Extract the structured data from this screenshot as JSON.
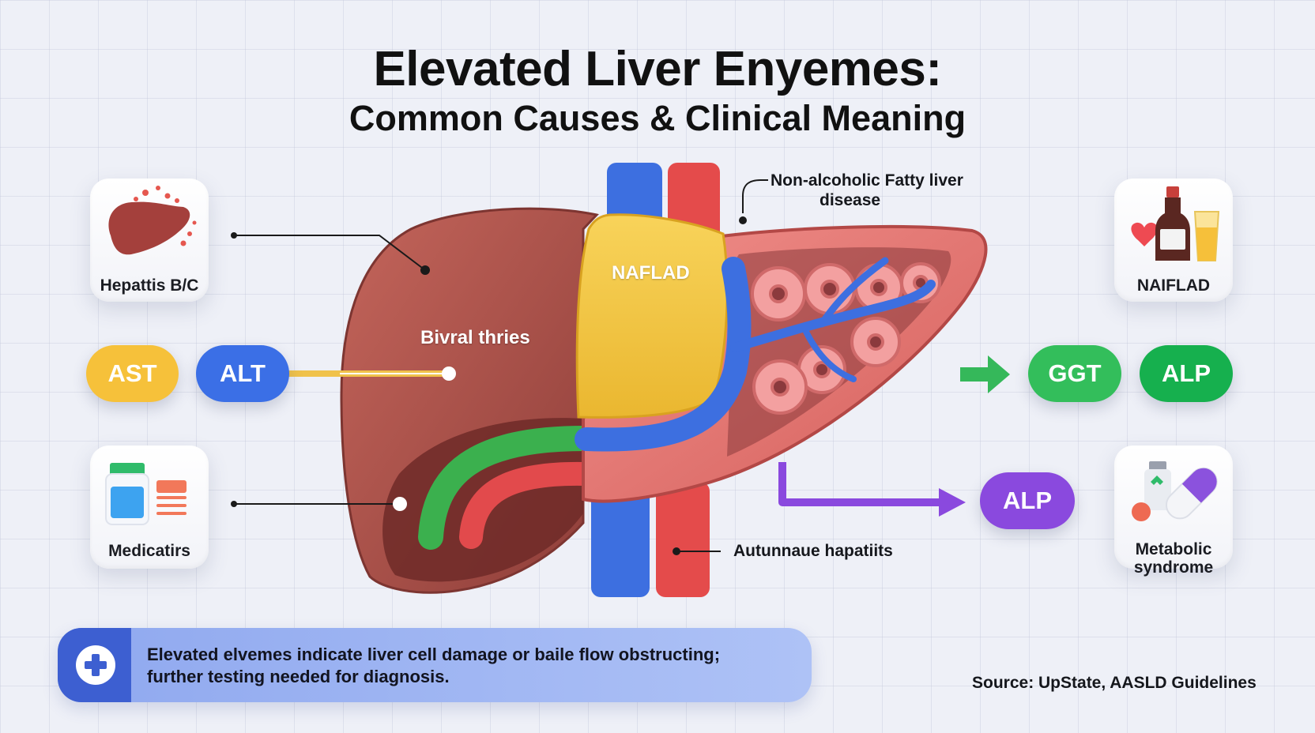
{
  "title": "Elevated Liver Enyemes:",
  "subtitle": "Common Causes & Clinical Meaning",
  "cards": {
    "hepatitis": "Hepattis B/C",
    "nafld": "NAIFLAD",
    "medications": "Medicatirs",
    "metabolic_line1": "Metabolic",
    "metabolic_line2": "syndrome"
  },
  "enzymes": {
    "ast": "AST",
    "alt": "ALT",
    "ggt": "GGT",
    "alp_right": "ALP",
    "alp_lower": "ALP"
  },
  "liver": {
    "label_left": "Bivral thries",
    "label_nafld": "NAFLAD"
  },
  "callouts": {
    "fatty_line1": "Non-alcoholic Fatty liver",
    "fatty_line2": "disease",
    "autoimmune": "Autunnaue hapatiits"
  },
  "note": {
    "line1": "Elevated elvemes indicate liver cell damage or baile flow obstructing;",
    "line2": "further testing needed for diagnosis."
  },
  "source": "Source: UpState, AASLD Guidelines",
  "colors": {
    "ast": "#f6c13a",
    "alt": "#3b6fe6",
    "ggt": "#33be5b",
    "alp_right": "#16b04e",
    "alp_lower": "#8a49de",
    "liver": "#b2524a",
    "nafld_lobe": "#f3c747",
    "vein": "#3d6fe0",
    "artery": "#e44b4b"
  }
}
